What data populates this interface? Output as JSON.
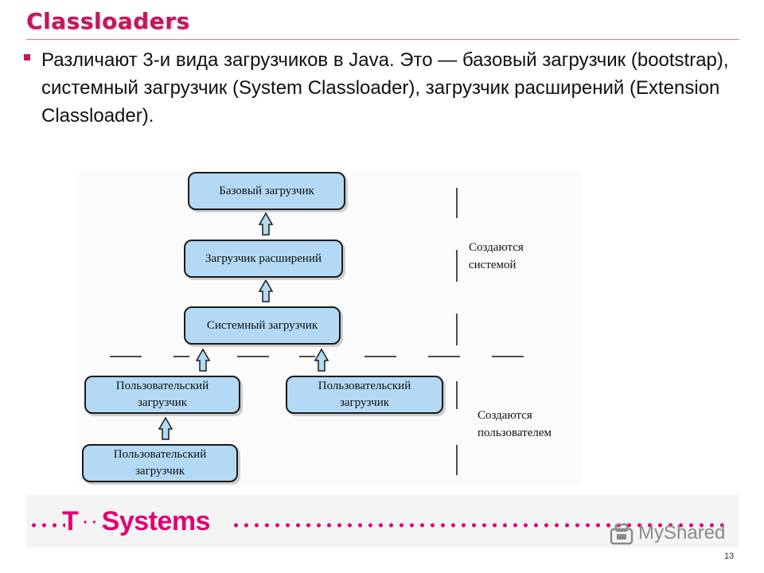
{
  "slide": {
    "title": "Classloaders",
    "bullet_text": "Различают 3-и вида загрузчиков в Java. Это — базовый загрузчик (bootstrap), системный загрузчик (System Classloader), загрузчик расширений (Extension Classloader).",
    "page_number": "13"
  },
  "diagram": {
    "nodes": {
      "bootstrap": "Базовый загрузчик",
      "extension": "Загрузчик расширений",
      "system": "Системный загрузчик",
      "user1_line1": "Пользовательский",
      "user1_line2": "загрузчик",
      "user2_line1": "Пользовательский",
      "user2_line2": "загрузчик",
      "user3_line1": "Пользовательский",
      "user3_line2": "загрузчик"
    },
    "labels": {
      "system_line1": "Создаются",
      "system_line2": "системой",
      "user_line1": "Создаются",
      "user_line2": "пользователем"
    }
  },
  "footer": {
    "logo_text": "T · · Systems",
    "watermark": "MyShared"
  },
  "colors": {
    "accent": "#c2185b",
    "box_fill": "#b3d9f4",
    "telekom_magenta": "#e20074"
  }
}
